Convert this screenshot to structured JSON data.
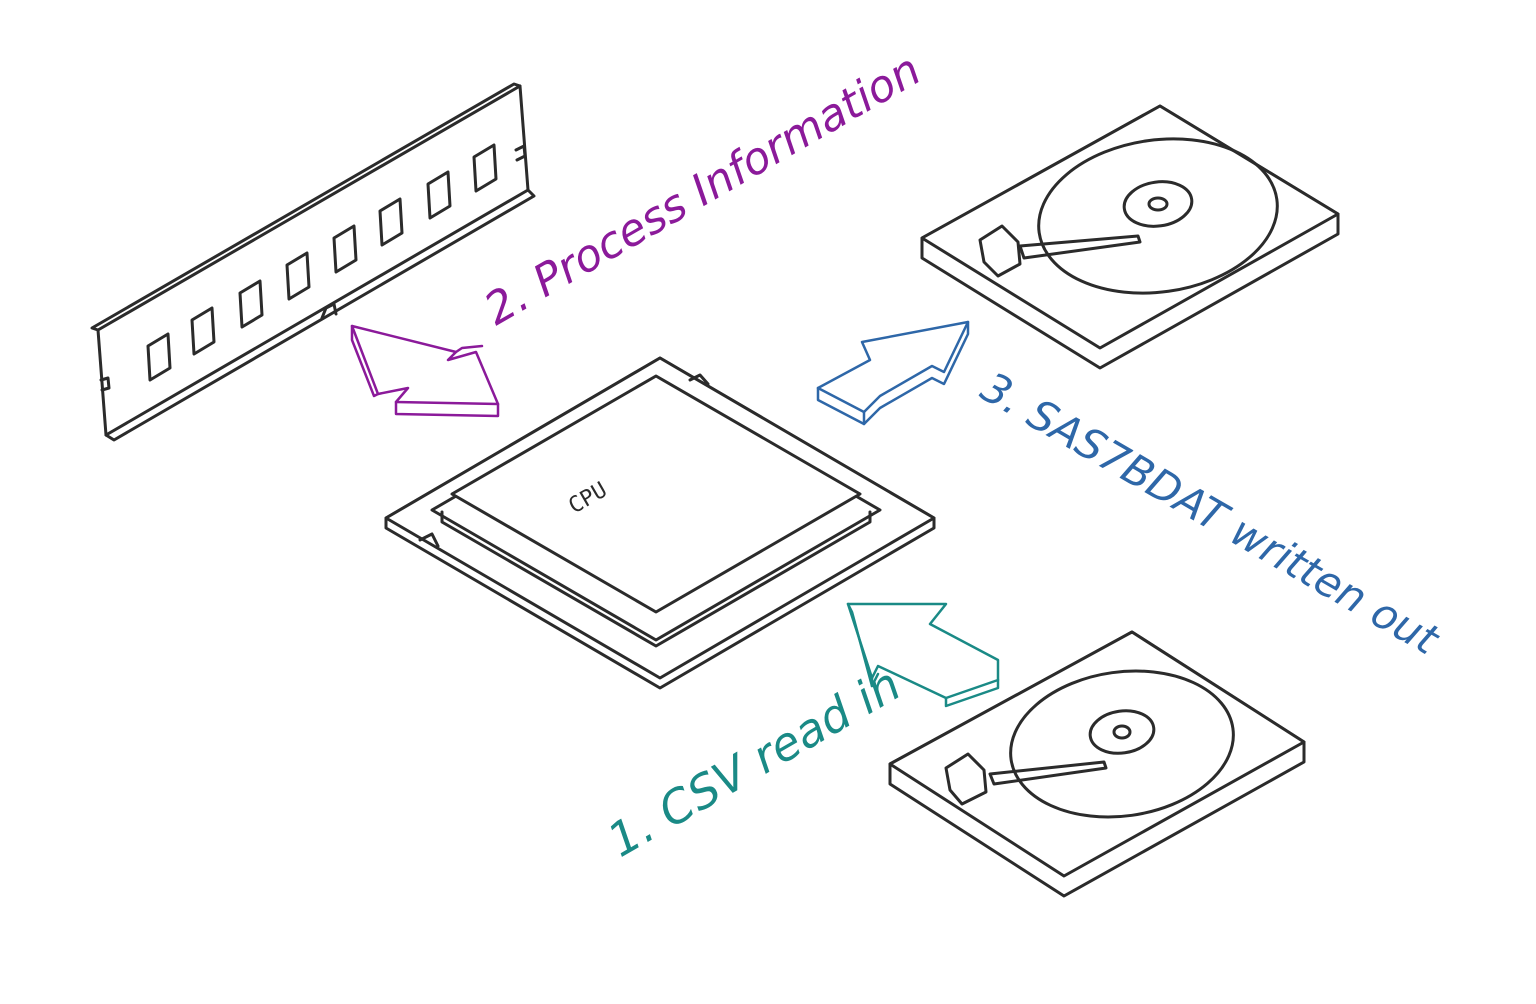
{
  "components": {
    "cpu": {
      "label": "CPU"
    }
  },
  "steps": [
    {
      "id": "read",
      "text": "1. CSV read in",
      "color": "#1a8a86"
    },
    {
      "id": "process",
      "text": "2. Process Information",
      "color": "#8b1a9a"
    },
    {
      "id": "write",
      "text": "3. SAS7BDAT written out",
      "color": "#2e67a8"
    }
  ]
}
